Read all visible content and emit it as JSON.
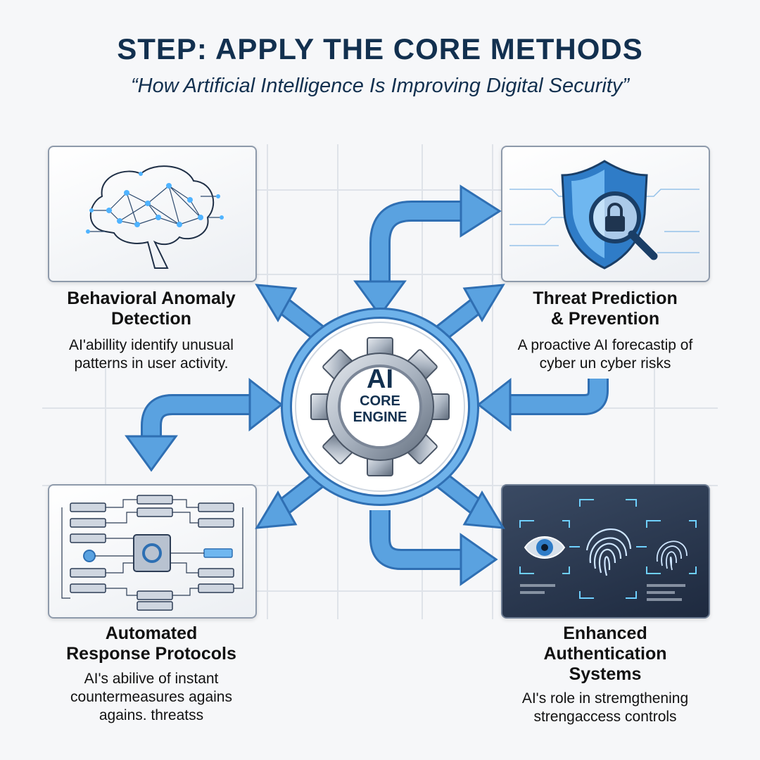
{
  "header": {
    "title": "STEP: APPLY THE CORE METHODS",
    "subtitle": "“How Artificial Intelligence Is Improving Digital Security”"
  },
  "core": {
    "line1": "AI",
    "line2": "CORE",
    "line3": "ENGINE"
  },
  "cards": [
    {
      "icon": "brain-network-icon",
      "heading": "Behavioral Anomaly\nDetection",
      "description": "AI'abillity identify unusual\npatterns in user activity."
    },
    {
      "icon": "shield-lock-magnifier-icon",
      "heading": "Threat Prediction\n& Prevention",
      "description": "A proactive AI forecastip of\ncyber un cyber risks"
    },
    {
      "icon": "workflow-diagram-icon",
      "heading": "Automated\nResponse Protocols",
      "description": "AI's abilive of instant\ncountermeasures agains\nagains. threatss"
    },
    {
      "icon": "biometric-eye-fingerprint-icon",
      "heading": "Enhanced\nAuthentication\nSystems",
      "description": "AI's role in stremgthening\nstrengaccess controls"
    }
  ],
  "colors": {
    "title": "#12304f",
    "arrow": "#5aa2e0",
    "arrow_edge": "#2f6fb3",
    "ring": "#5aa2e0",
    "dark_panel": "#2a3850",
    "glow": "#6fd0ff"
  }
}
